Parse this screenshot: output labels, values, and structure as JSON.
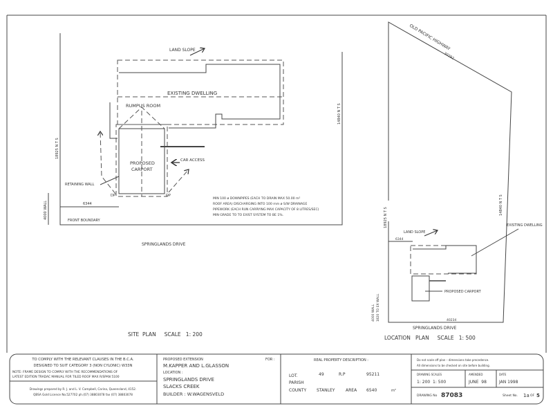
{
  "site_plan": {
    "land_slope": "LAND SLOPE",
    "existing_dwelling": "EXISTING DWELLING",
    "rumpus_room": "RUMPUS ROOM",
    "proposed_carport_1": "PROPOSED",
    "proposed_carport_2": "CARPORT",
    "car_access": "CAR ACCESS",
    "retaining_wall": "RETAINING WALL",
    "dp_left": "DP",
    "dp_right": "DP",
    "dim_setback": "6344",
    "front_boundary": "FRONT BOUNDARY",
    "left_dim": "18925 N T S",
    "right_dim": "14840 N T S",
    "wall_dim": "4000 WALL",
    "notes": [
      "MIN 100 ø      DOWNPIPES (EACH TO DRAIN MAX 50.00 m²",
      "ROOF AREA) DISCHARGING INTO 100 mm ø S/W DRAINAGE",
      "PIPEWORK (EACH RUN CARRYING MAX CAPACITY OF 8 LITRES/SEC)",
      "MIN GRADE TO TO EXIST SYSTEM          TO BE  1%."
    ],
    "street": "SPRINGLANDS DRIVE",
    "title": "SITE  PLAN     SCALE   1: 200"
  },
  "location_plan": {
    "highway": "OLD PACIFIC HIGHWAY",
    "highway_dim": "30292",
    "left_dim": "18925 N T S",
    "right_dim": "14840 N T S",
    "land_slope": "LAND SLOPE",
    "existing_dwelling": "EXISTING DWELLING",
    "proposed_carport": "PROPOSED CARPORT",
    "dim_setback": "6344",
    "bottom_dim": "40234",
    "wall_dim": "4000 WALL",
    "wall_dim2": "1820 TO EX WALL",
    "street": "SPRINGLANDS DRIVE",
    "title": "LOCATION   PLAN     SCALE   1: 500"
  },
  "title_block": {
    "compliance": [
      "TO COMPLY WITH THE RELEVANT CLAUSES IN THE B.C.A.",
      "DESIGNED TO SUIT CATEGORY 3   (NON CYLONIC)   W33N",
      "NOTE: FRAME DESIGN TO COMPLY WITH THE RECOMMENDATIONS OF",
      "LATEST EDITION TRADAC MANUAL FOR TILED      ROOF MAX R/SPAN 5100"
    ],
    "prepared_by": [
      "Drawings prepared by R. J. and L. V. Campbell, Carina, Queensland, 4152.",
      "QBSA Gold Licence No.527702 ph.(07) 38803078 fax (07) 38803078"
    ],
    "project_label": "PROPOSED EXTENSION",
    "for_label": "FOR :",
    "client": "M.KAPPER  AND  L.GLASSON",
    "location_label": "LOCATION :",
    "location_1": "SPRINGLANDS DRIVE",
    "location_2": "SLACKS CREEK",
    "builder": "BUILDER :  W.WAGENSVELD",
    "rpd_label": "REAL PROPERTY DESCRIPTION :",
    "lot_label": "LOT.",
    "lot": "49",
    "rp_label": "R.P",
    "rp": "95211",
    "parish_label": "PARISH",
    "county_label": "COUNTY",
    "county": "STANLEY",
    "area_label": "AREA",
    "area": "6540",
    "area_unit": "m²",
    "disclaimer_1": "Do not scale off plan – dimensions take precedence.",
    "disclaimer_2": "All dimensions to be checked on site before building.",
    "scales_label": "DRAWING SCALES",
    "scales": "1: 200  1: 500",
    "amended_label": "AMENDED",
    "amended": "JUNE  98",
    "date_label": "DATE",
    "date": "JAN 1998",
    "drawing_no_label": "DRAWING No",
    "drawing_no": "87083",
    "sheet_label": "Sheet No.",
    "sheet": "1a",
    "sheet_of": "OF",
    "sheet_total": "5"
  }
}
